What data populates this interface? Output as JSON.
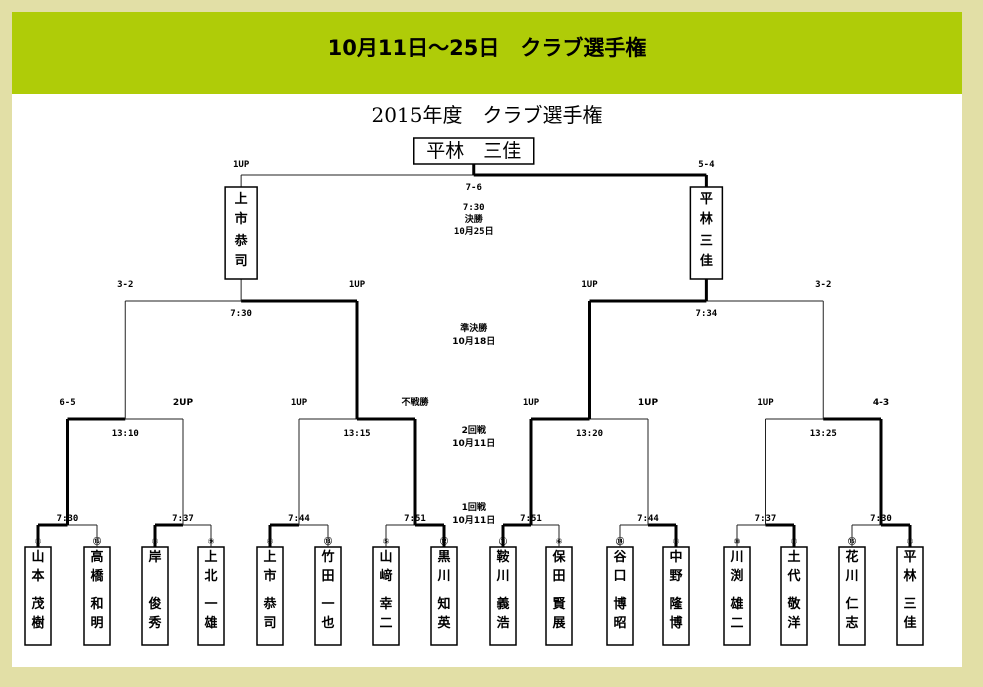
{
  "header": {
    "title": "10月11日～25日　クラブ選手権"
  },
  "bracket": {
    "title": "2015年度　クラブ選手権",
    "champion": "平林　三佳",
    "rounds": {
      "final": [
        "7:30",
        "決勝",
        "10月25日"
      ],
      "semifinal": [
        "準決勝",
        "10月18日"
      ],
      "round2": [
        "2回戦",
        "10月11日"
      ],
      "round1": [
        "1回戦",
        "10月11日"
      ]
    },
    "final": {
      "score": "7-6",
      "left_result": "1UP",
      "right_result": "5-4"
    },
    "finalists": [
      {
        "name": "上市恭司"
      },
      {
        "name": "平林三佳"
      }
    ],
    "semis": [
      {
        "time": "7:30",
        "left_result": "3-2",
        "right_result": "1UP"
      },
      {
        "time": "7:34",
        "left_result": "1UP",
        "right_result": "3-2"
      }
    ],
    "qf": [
      {
        "time": "13:10",
        "left_result": "6-5",
        "right_result": "2UP"
      },
      {
        "time": "13:15",
        "left_result": "1UP",
        "right_result": "不戦勝"
      },
      {
        "time": "13:20",
        "left_result": "1UP",
        "right_result": "1UP"
      },
      {
        "time": "13:25",
        "left_result": "1UP",
        "right_result": "4-3"
      }
    ],
    "r1": [
      {
        "time": "7:30"
      },
      {
        "time": "7:37"
      },
      {
        "time": "7:44"
      },
      {
        "time": "7:51"
      },
      {
        "time": "7:51"
      },
      {
        "time": "7:44"
      },
      {
        "time": "7:37"
      },
      {
        "time": "7:30"
      }
    ],
    "players": [
      {
        "seed": "①",
        "name": "山本茂樹"
      },
      {
        "seed": "⑯",
        "name": "高橋和明"
      },
      {
        "seed": "⑧",
        "name": "岸　俊秀"
      },
      {
        "seed": "⑨",
        "name": "上北一雄"
      },
      {
        "seed": "④",
        "name": "上市恭司"
      },
      {
        "seed": "⑬",
        "name": "竹田一也"
      },
      {
        "seed": "⑤",
        "name": "山﨑幸二"
      },
      {
        "seed": "⑫",
        "name": "黒川知英"
      },
      {
        "seed": "⑪",
        "name": "鞍川義浩"
      },
      {
        "seed": "⑥",
        "name": "保田賢展"
      },
      {
        "seed": "⑭",
        "name": "谷口博昭"
      },
      {
        "seed": "③",
        "name": "中野隆博"
      },
      {
        "seed": "⑩",
        "name": "川渕雄二"
      },
      {
        "seed": "⑦",
        "name": "土代敬洋"
      },
      {
        "seed": "⑮",
        "name": "花川仁志"
      },
      {
        "seed": "②",
        "name": "平林三佳"
      }
    ],
    "r1_winners": [
      0,
      0,
      0,
      1,
      0,
      1,
      1,
      1
    ],
    "qf_winners": [
      0,
      1,
      0,
      1
    ],
    "semi_winners": [
      1,
      0
    ],
    "final_winner": 1
  }
}
